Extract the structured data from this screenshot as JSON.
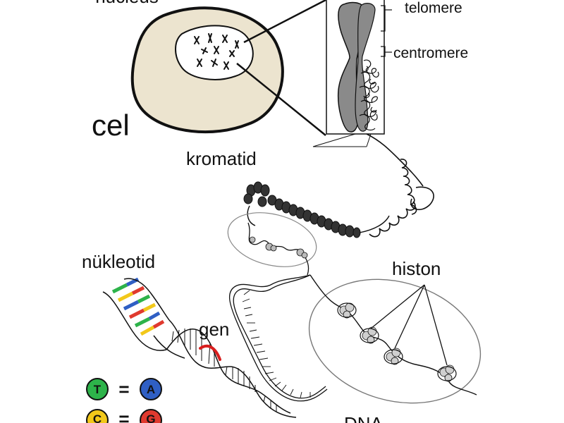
{
  "labels": {
    "nucleus": "nucleus",
    "cell": "cel",
    "telomere": "telomere",
    "centromere": "centromere",
    "chromatid": "kromatid",
    "nucleotide": "nükleotid",
    "histone": "histon",
    "gene": "gen",
    "dna": "DNA"
  },
  "base_pairs": [
    {
      "left": "T",
      "right": "A",
      "left_color": "#2db34a",
      "right_color": "#2f5fc4"
    },
    {
      "left": "C",
      "right": "G",
      "left_color": "#f2c81a",
      "right_color": "#e03a2f"
    }
  ],
  "base_pair_symbol": "=",
  "colors": {
    "cell_fill": "#ece4cf",
    "outline": "#111111",
    "chromosome": "#8a8a8a",
    "gene_highlight": "#d81e1e",
    "rung_green": "#2db34a",
    "rung_blue": "#2f5fc4",
    "rung_yellow": "#f2c81a",
    "rung_red": "#e03a2f"
  }
}
